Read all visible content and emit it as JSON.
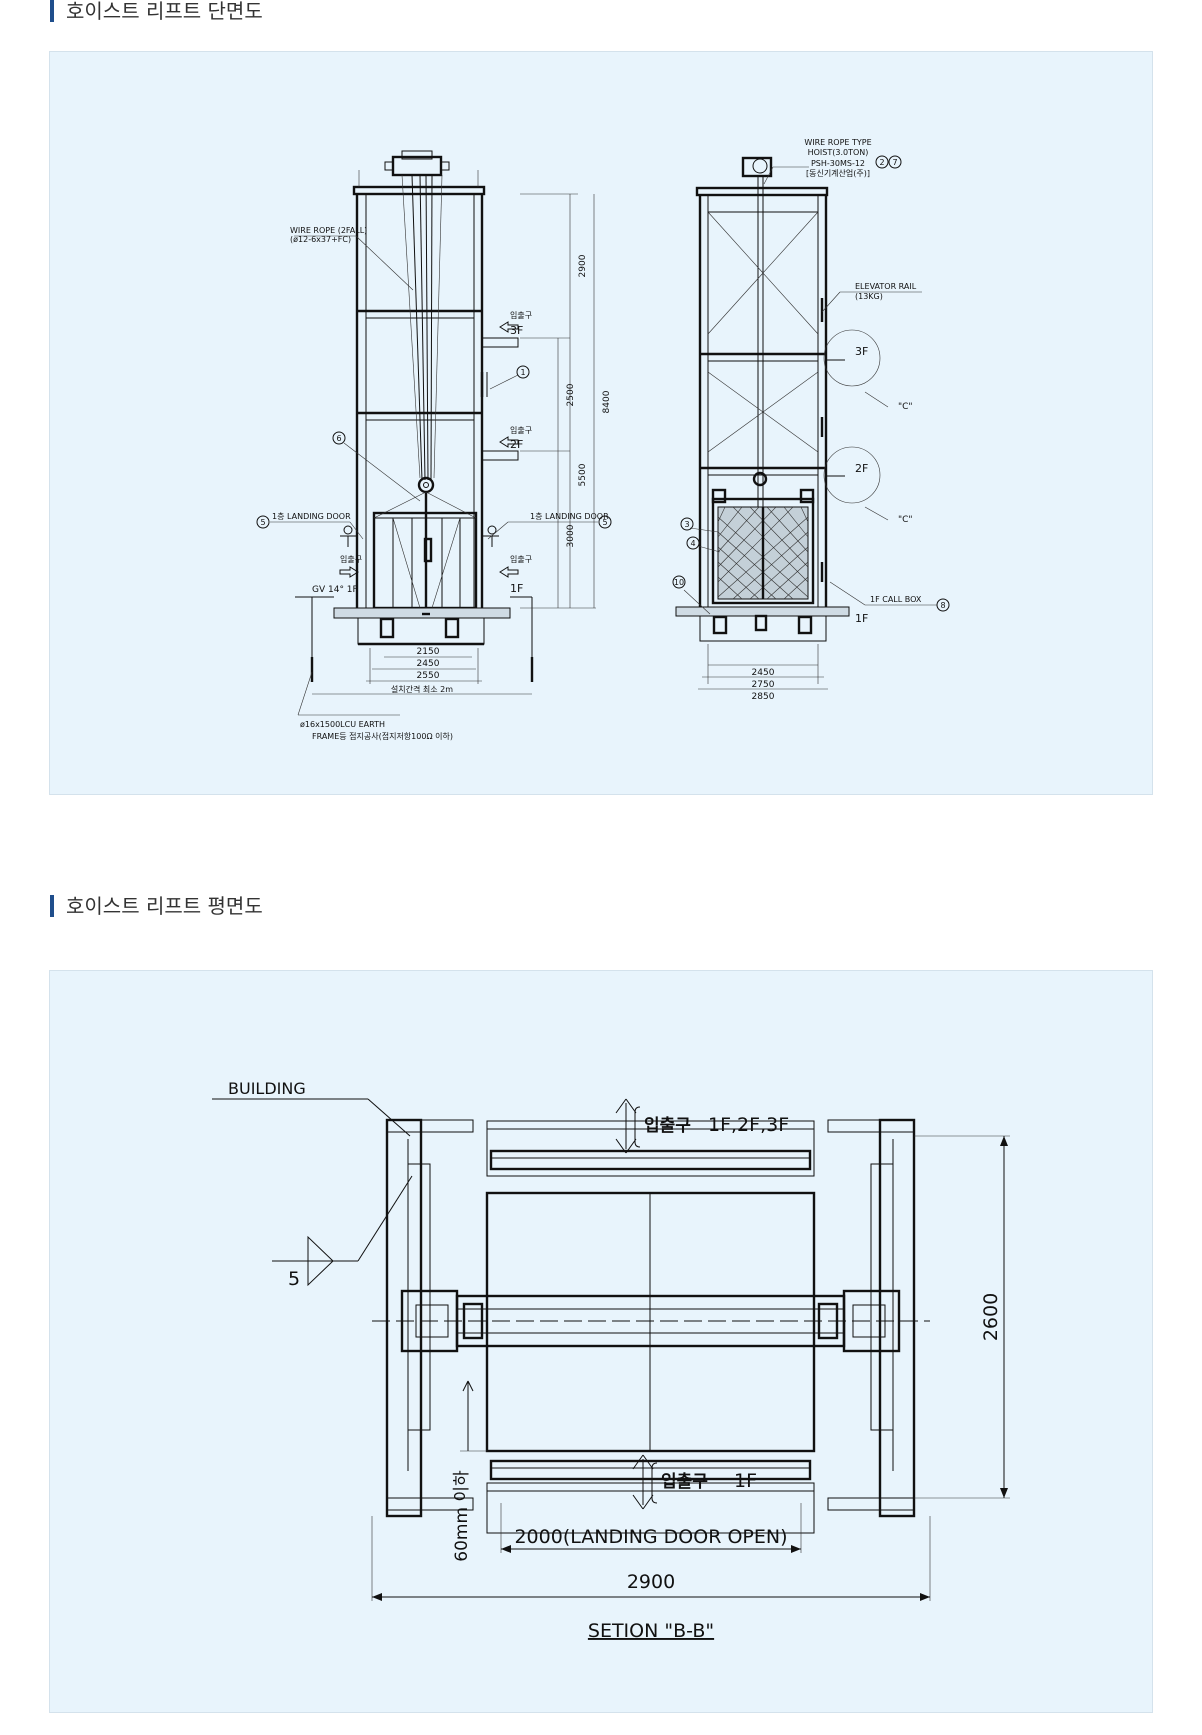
{
  "sections": [
    {
      "title": "호이스트 리프트 단면도"
    },
    {
      "title": "호이스트 리프트 평면도"
    }
  ],
  "section_view": {
    "wire_rope": [
      "WIRE ROPE (2FALL)",
      "(ø12-6x37+FC)"
    ],
    "landing_door": "1층 LANDING DOOR",
    "entrance": "입출구",
    "floors": {
      "f1": "1F",
      "f2": "2F",
      "f3": "3F"
    },
    "gv": "GV 14° 1F",
    "dims_vertical": {
      "d2900": "2900",
      "d8400": "8400",
      "d2500": "2500",
      "d5500": "5500",
      "d3000": "3000"
    },
    "dims_bottom": [
      "2150",
      "2450",
      "2550"
    ],
    "install_gap": "설치간격 최소 2m",
    "earth": [
      "ø16x1500LCU EARTH",
      "FRAME등 접지공사(접지저항100Ω 이하)"
    ],
    "callouts": {
      "c1": "1",
      "c5": "5",
      "c6": "6"
    }
  },
  "side_view": {
    "hoist": [
      "WIRE ROPE TYPE",
      "HOIST(3.0TON)",
      "PSH-30MS-12",
      "[동신기계산업(주)]"
    ],
    "hoist_callouts": [
      "2",
      "7"
    ],
    "rail": [
      "ELEVATOR RAIL",
      "(13KG)"
    ],
    "floors": {
      "f1": "1F",
      "f2": "2F",
      "f3": "3F"
    },
    "detail": "\"C\"",
    "callbox": "1F CALL BOX",
    "callouts": {
      "c3": "3",
      "c4": "4",
      "c8": "8",
      "c10": "10"
    },
    "dims_bottom": [
      "2450",
      "2750",
      "2850"
    ]
  },
  "plan_view": {
    "building": "BUILDING",
    "weld": "5",
    "entrance": "입출구",
    "top_floors": "1F,2F,3F",
    "bottom_floor": "1F",
    "gap": "60mm 이하",
    "door_open": "2000(LANDING DOOR OPEN)",
    "width": "2900",
    "depth": "2600",
    "section": "SETION \"B-B\""
  }
}
